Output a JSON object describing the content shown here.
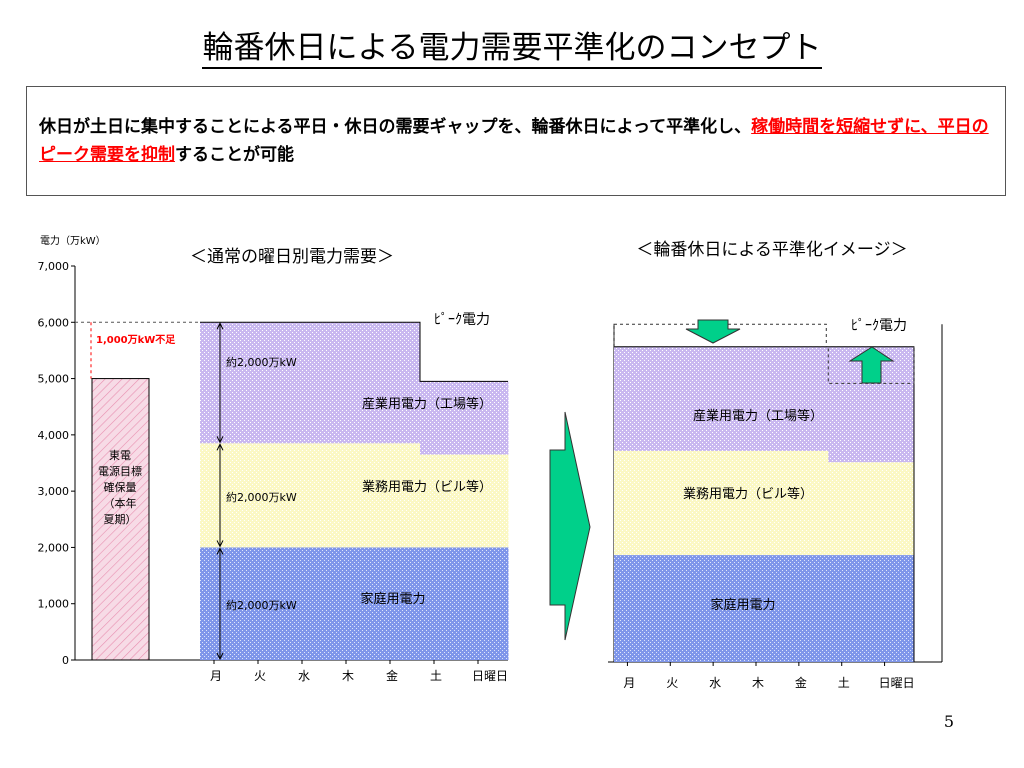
{
  "title": "輪番休日による電力需要平準化のコンセプト",
  "description": {
    "part1": "休日が土日に集中することによる平日・休日の需要ギャップを、輪番休日によって平準化し、",
    "highlight": "稼働時間を短縮せずに、平日のピーク需要を抑制",
    "part2": "することが可能"
  },
  "page_number": "5",
  "colors": {
    "industrial": "#c9b8f0",
    "business": "#fbf8c4",
    "household": "#7f96ea",
    "target": "#f7dbe6",
    "arrow": "#00d08a",
    "annotation_red": "#ff0000"
  },
  "chart_data": [
    {
      "type": "stacked-bar",
      "title": "＜通常の曜日別電力需要＞",
      "ylabel": "電力（万kW）",
      "ylim": [
        0,
        7000
      ],
      "yticks": [
        "7,000",
        "6,000",
        "5,000",
        "4,000",
        "3,000",
        "2,000",
        "1,000",
        "0"
      ],
      "categories": [
        "月",
        "火",
        "水",
        "木",
        "金",
        "土",
        "日曜日"
      ],
      "series": [
        {
          "name": "家庭用電力",
          "values": [
            2000,
            2000,
            2000,
            2000,
            2000,
            2000,
            2000
          ]
        },
        {
          "name": "業務用電力（ビル等）",
          "values": [
            1850,
            1850,
            1850,
            1850,
            1850,
            1650,
            1650
          ]
        },
        {
          "name": "産業用電力（工場等）",
          "values": [
            2150,
            2150,
            2150,
            2150,
            2150,
            1300,
            1300
          ]
        }
      ],
      "peak_label": "ﾋﾟｰｸ電力",
      "segment_annotation": "約2,000万kW",
      "target_bar": {
        "label": "東電\n電源目標\n確保量\n（本年\n夏期）",
        "value": 5000
      },
      "shortfall": {
        "label": "1,000万kW不足",
        "value": 1000
      }
    },
    {
      "type": "stacked-bar",
      "title": "＜輪番休日による平準化イメージ＞",
      "categories": [
        "月",
        "火",
        "水",
        "木",
        "金",
        "土",
        "日曜日"
      ],
      "series": [
        {
          "name": "家庭用電力",
          "values": [
            1900,
            1900,
            1900,
            1900,
            1900,
            1900,
            1900
          ]
        },
        {
          "name": "業務用電力（ビル等）",
          "values": [
            1850,
            1850,
            1850,
            1850,
            1850,
            1650,
            1650
          ]
        },
        {
          "name": "産業用電力（工場等）",
          "values": [
            1850,
            1850,
            1850,
            1850,
            1850,
            2050,
            2050
          ]
        }
      ],
      "peak_label": "ﾋﾟｰｸ電力",
      "previous_peak": 6000
    }
  ]
}
